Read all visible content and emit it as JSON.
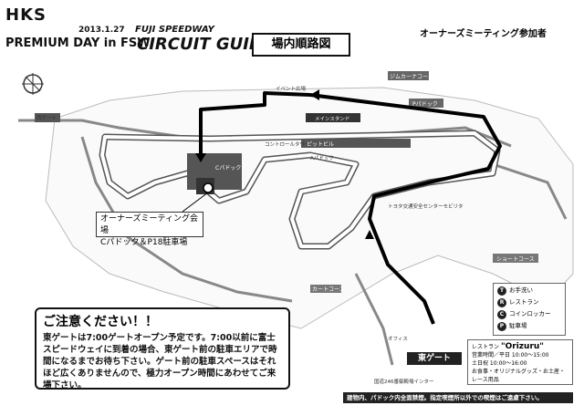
{
  "header": {
    "hks": "HKS",
    "date": "2013.1.27",
    "event": "PREMIUM DAY in FSW",
    "brand": "FUJI SPEEDWAY",
    "guide": "CIRCUIT GUIDE",
    "route_title": "場内順路図",
    "participants": "オーナーズミーティング参加者"
  },
  "map": {
    "labels": {
      "west_gate": "西ゲート",
      "event_stage": "イベント広場",
      "main_stand": "メインスタンド",
      "gym_khana": "ジムカーナコース",
      "p_paddock": "Pパドック",
      "control_tower": "コントロールタワー",
      "pit_building": "ピットビル",
      "a_paddock": "Aパドック",
      "toyota_center": "トヨタ交通安全センターモビリタ",
      "short_course": "ショートコース",
      "cart_course": "カートコース",
      "office": "オフィス",
      "interchange": "国道246番御殿場インター",
      "c_paddock": "Cパドック",
      "owners_meeting_1": "オーナーズミーティング会場",
      "owners_meeting_2": "Cパドック＆P18駐車場",
      "east_gate": "東ゲート"
    }
  },
  "notice": {
    "title": "ご注意ください！！",
    "body": "東ゲートは7:00ゲートオープン予定です。7:00以前に富士スピードウェイに到着の場合、東ゲート前の駐車エリアで時間になるまでお待ち下さい。ゲート前の駐車スペースはそれほど広くありませんので、極力オープン時間にあわせてご来場下さい。"
  },
  "legend": {
    "items": [
      {
        "icon": "T",
        "label": "お手洗い"
      },
      {
        "icon": "R",
        "label": "レストラン"
      },
      {
        "icon": "C",
        "label": "コインロッカー"
      },
      {
        "icon": "P",
        "label": "駐車場"
      }
    ]
  },
  "restaurant": {
    "prefix": "レストラン",
    "name": "\"Orizuru\"",
    "line1": "営業時間／平日 10:00〜15:00",
    "line2": "土日祝 10:00〜16:00",
    "line3": "お食事・オリジナルグッズ・お土産・レース用品"
  },
  "footer": {
    "text": "建物内、パドック内全面禁煙。指定喫煙所以外での喫煙はご遠慮下さい。"
  }
}
